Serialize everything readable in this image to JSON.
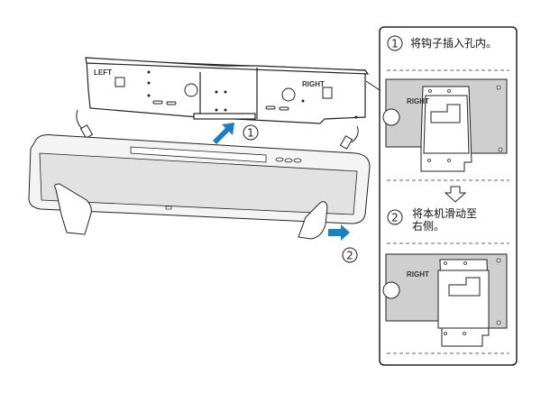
{
  "illustration": {
    "bracket_left_label": "LEFT",
    "bracket_right_label": "RIGHT",
    "marker_1": "1",
    "marker_2": "2"
  },
  "instructions": {
    "step1": {
      "number": "1",
      "text": "将钩子插入孔内。"
    },
    "step2": {
      "number": "2",
      "text_line1": "将本机滑动至",
      "text_line2": "右侧。"
    },
    "detail_label": "RIGHT"
  },
  "colors": {
    "arrow": "#1a7fc4",
    "plate": "#cfcfcf",
    "outline": "#222222"
  }
}
